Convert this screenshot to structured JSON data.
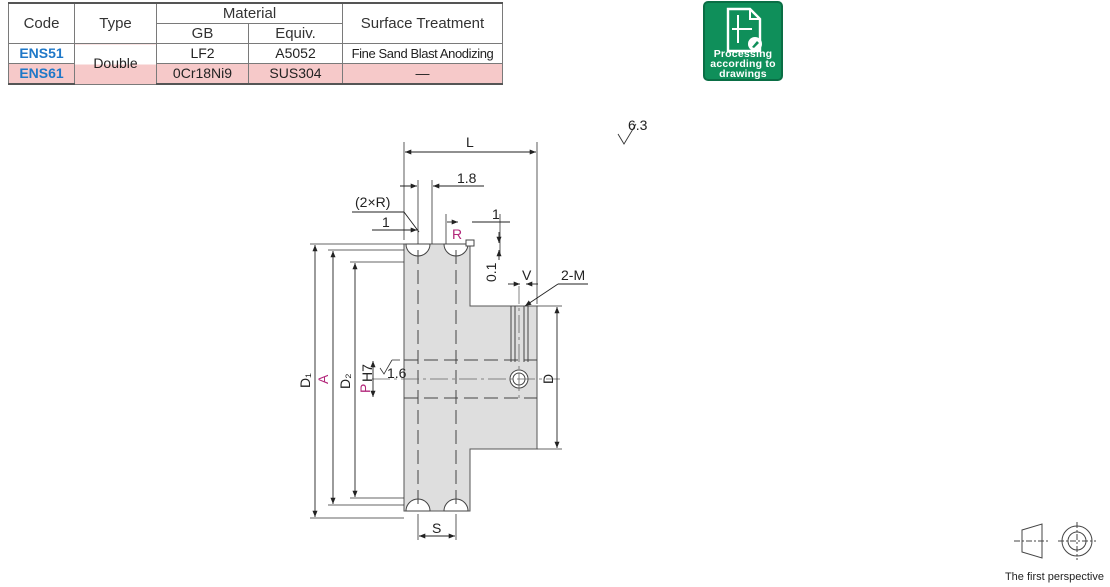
{
  "table": {
    "headers": {
      "code": "Code",
      "type": "Type",
      "material": "Material",
      "gb": "GB",
      "equiv": "Equiv.",
      "surface": "Surface Treatment"
    },
    "rows": [
      {
        "code": "ENS51",
        "gb": "LF2",
        "equiv": "A5052",
        "surface": "Fine Sand Blast Anodizing"
      },
      {
        "code": "ENS61",
        "gb": "0Cr18Ni9",
        "equiv": "SUS304",
        "surface": "—"
      }
    ],
    "type_value": "Double"
  },
  "badge": {
    "line1": "Processing",
    "line2": "according to",
    "line3": "drawings",
    "color": "#0f8f5a"
  },
  "drawing": {
    "roughness_main": "6.3",
    "roughness_bore": "1.6",
    "dims": {
      "L": "L",
      "pitch": "1.8",
      "two_r": "(2×R)",
      "one_left": "1",
      "one_right": "1",
      "R": "R",
      "point_one": "0.1",
      "V": "V",
      "two_m": "2-M",
      "D1": "D₁",
      "A": "A",
      "D2": "D₂",
      "P": "P",
      "H7": "H7",
      "D": "D",
      "S": "S"
    }
  },
  "perspective_label": "The first perspective"
}
